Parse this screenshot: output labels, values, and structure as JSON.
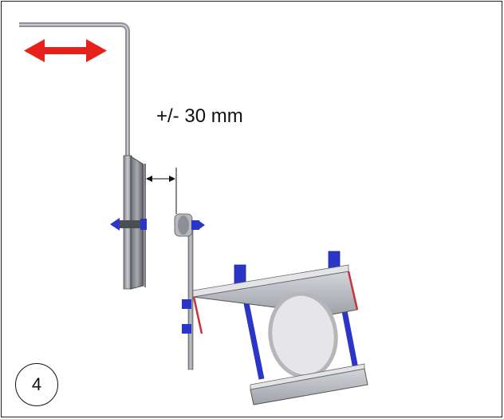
{
  "diagram": {
    "dimension_label": "+/- 30 mm",
    "step_number": "4"
  },
  "colors": {
    "adjust_arrow": "#e8201c",
    "bolt_blue": "#2b35c8",
    "steel_gray": "#b9bcc2",
    "pipe_fill": "#e6e6e8",
    "accent_red": "#c8323c"
  },
  "icons": {
    "adjust_arrow": "double-headed-horizontal-arrow",
    "dimension_arrow": "dimension-double-arrow"
  }
}
